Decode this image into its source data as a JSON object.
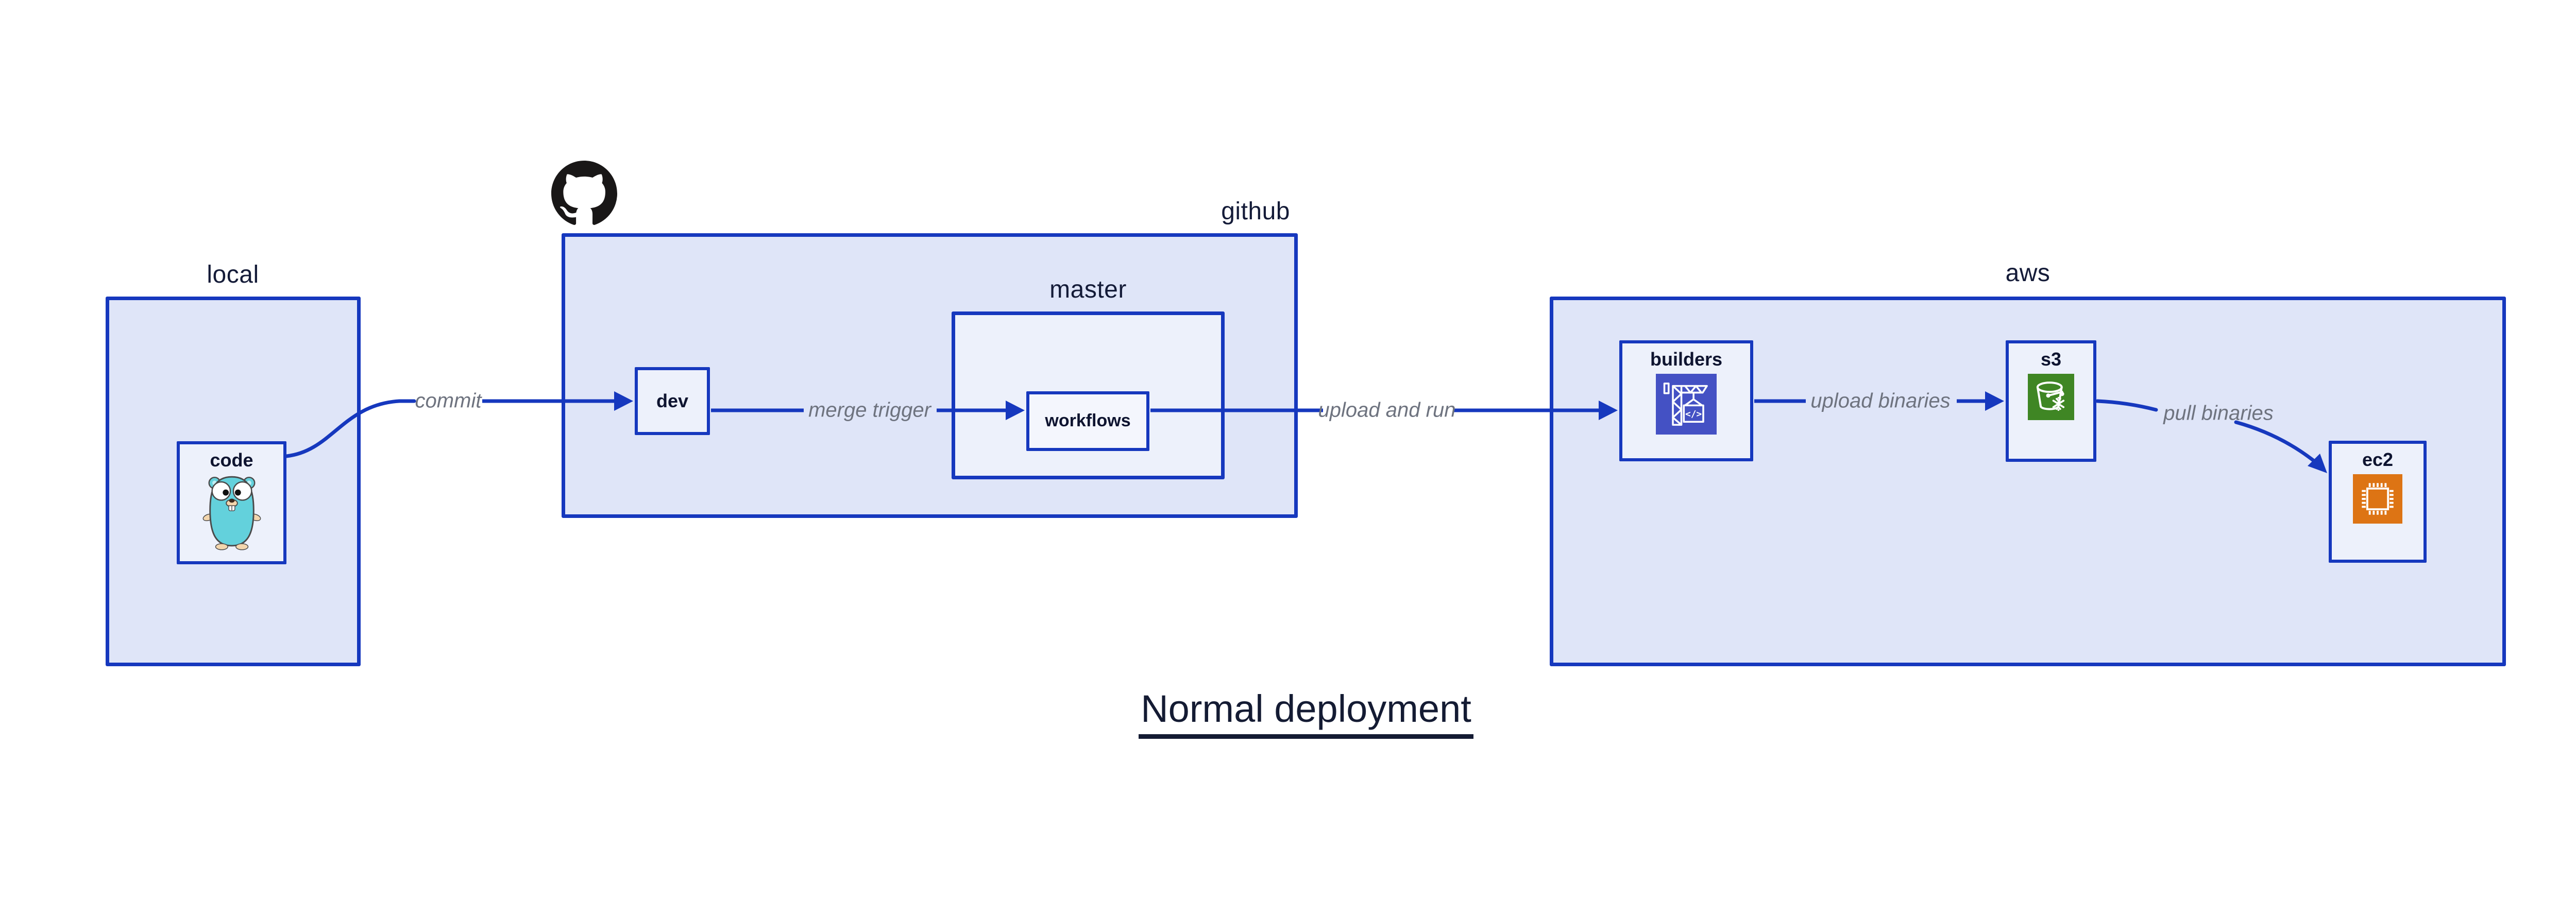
{
  "title": {
    "text": "Normal deployment"
  },
  "groups": {
    "local": {
      "label": "local"
    },
    "github": {
      "label": "github",
      "icon": "github-octocat-icon"
    },
    "master": {
      "label": "master"
    },
    "aws": {
      "label": "aws"
    }
  },
  "nodes": {
    "code": {
      "label": "code",
      "icon": "go-gopher-icon",
      "parent": "local"
    },
    "dev": {
      "label": "dev",
      "parent": "github"
    },
    "workflows": {
      "label": "workflows",
      "parent": "master"
    },
    "builders": {
      "label": "builders",
      "icon": "aws-codebuild-crane-icon",
      "icon_glyph": "</>",
      "parent": "aws"
    },
    "s3": {
      "label": "s3",
      "icon": "aws-s3-bucket-icon",
      "parent": "aws"
    },
    "ec2": {
      "label": "ec2",
      "icon": "aws-ec2-chip-icon",
      "parent": "aws"
    }
  },
  "edges": [
    {
      "from": "code",
      "to": "dev",
      "label": "commit"
    },
    {
      "from": "dev",
      "to": "workflows",
      "label": "merge trigger"
    },
    {
      "from": "workflows",
      "to": "builders",
      "label": "upload and run"
    },
    {
      "from": "builders",
      "to": "s3",
      "label": "upload binaries"
    },
    {
      "from": "s3",
      "to": "ec2",
      "label": "pull binaries"
    }
  ],
  "colors": {
    "accent_blue": "#1638BE",
    "container_fill": "#DFE5F8",
    "node_fill": "#EDF1FB",
    "nested_node_fill": "#F4F6FD",
    "label_navy": "#141B38",
    "edge_label_gray": "#6E737F",
    "codebuild_indigo": "#4451C4",
    "s3_green": "#3F8624",
    "ec2_orange": "#DD7414",
    "gopher_teal": "#63D1DC",
    "octocat_black": "#191717",
    "background": "#FFFFFF"
  }
}
